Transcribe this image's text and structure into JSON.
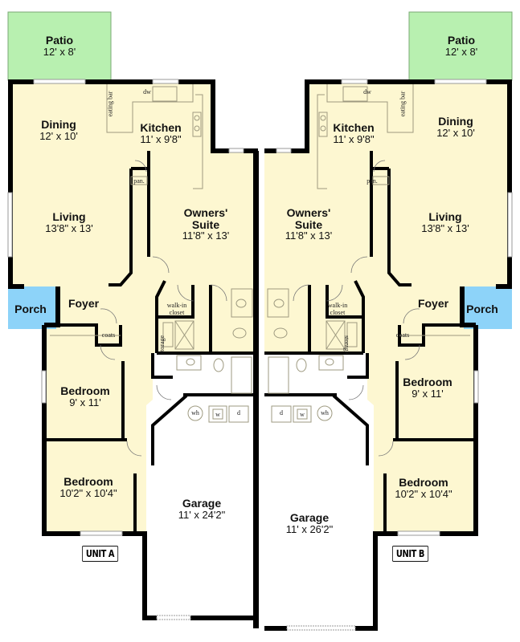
{
  "title": "Duplex floor plan",
  "colors": {
    "interior": "#fdf7d1",
    "patio": "#b8f0b0",
    "porch": "#8dd3f9",
    "garage": "#ffffff",
    "wall": "#000000",
    "fixture": "#9e9a80"
  },
  "units": [
    {
      "label": "UNIT A",
      "rooms": {
        "patio": {
          "name": "Patio",
          "dim": "12' x 8'"
        },
        "dining": {
          "name": "Dining",
          "dim": "12' x 10'"
        },
        "kitchen": {
          "name": "Kitchen",
          "dim": "11' x 9'8\""
        },
        "living": {
          "name": "Living",
          "dim": "13'8\" x 13'"
        },
        "owners_suite": {
          "name1": "Owners'",
          "name2": "Suite",
          "dim": "11'8\" x 13'"
        },
        "porch": {
          "name": "Porch"
        },
        "foyer": {
          "name": "Foyer"
        },
        "bedroom1": {
          "name": "Bedroom",
          "dim": "9' x 11'"
        },
        "bedroom2": {
          "name": "Bedroom",
          "dim": "10'2\" x 10'4\""
        },
        "garage": {
          "name": "Garage",
          "dim": "11' x 24'2\""
        }
      },
      "annotations": {
        "eating_bar": "eating bar",
        "dw": "dw",
        "pantry": "pan.",
        "walk_in_closet_1": "walk-in",
        "walk_in_closet_2": "closet",
        "coats": "coats",
        "storage": "storage",
        "wh": "wh",
        "w": "w",
        "d": "d"
      }
    },
    {
      "label": "UNIT B",
      "rooms": {
        "patio": {
          "name": "Patio",
          "dim": "12' x 8'"
        },
        "dining": {
          "name": "Dining",
          "dim": "12' x 10'"
        },
        "kitchen": {
          "name": "Kitchen",
          "dim": "11' x 9'8\""
        },
        "living": {
          "name": "Living",
          "dim": "13'8\" x 13'"
        },
        "owners_suite": {
          "name1": "Owners'",
          "name2": "Suite",
          "dim": "11'8\" x 13'"
        },
        "porch": {
          "name": "Porch"
        },
        "foyer": {
          "name": "Foyer"
        },
        "bedroom1": {
          "name": "Bedroom",
          "dim": "9' x 11'"
        },
        "bedroom2": {
          "name": "Bedroom",
          "dim": "10'2\" x 10'4\""
        },
        "garage": {
          "name": "Garage",
          "dim": "11' x 26'2\""
        }
      },
      "annotations": {
        "eating_bar": "eating bar",
        "dw": "dw",
        "pantry": "pan.",
        "walk_in_closet_1": "walk-in",
        "walk_in_closet_2": "closet",
        "coats": "coats",
        "storage": "storage",
        "wh": "wh",
        "w": "w",
        "d": "d"
      }
    }
  ]
}
